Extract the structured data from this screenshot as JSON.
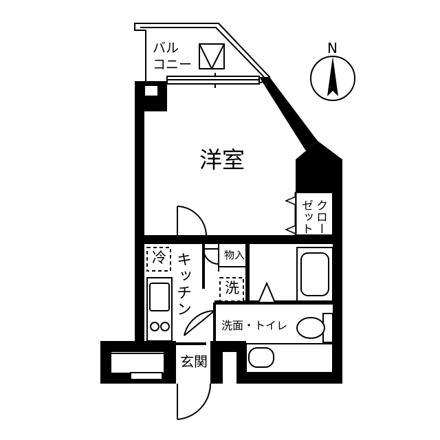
{
  "rooms": {
    "western_room": "洋室",
    "balcony": "バル\nコニー",
    "closet": "クロー\nゼット",
    "kitchen": "キッチン",
    "fridge": "冷",
    "storage": "物入",
    "washer": "洗",
    "washroom_toilet": "洗面・トイレ",
    "entrance": "玄関"
  },
  "compass": {
    "north_label": "N"
  }
}
